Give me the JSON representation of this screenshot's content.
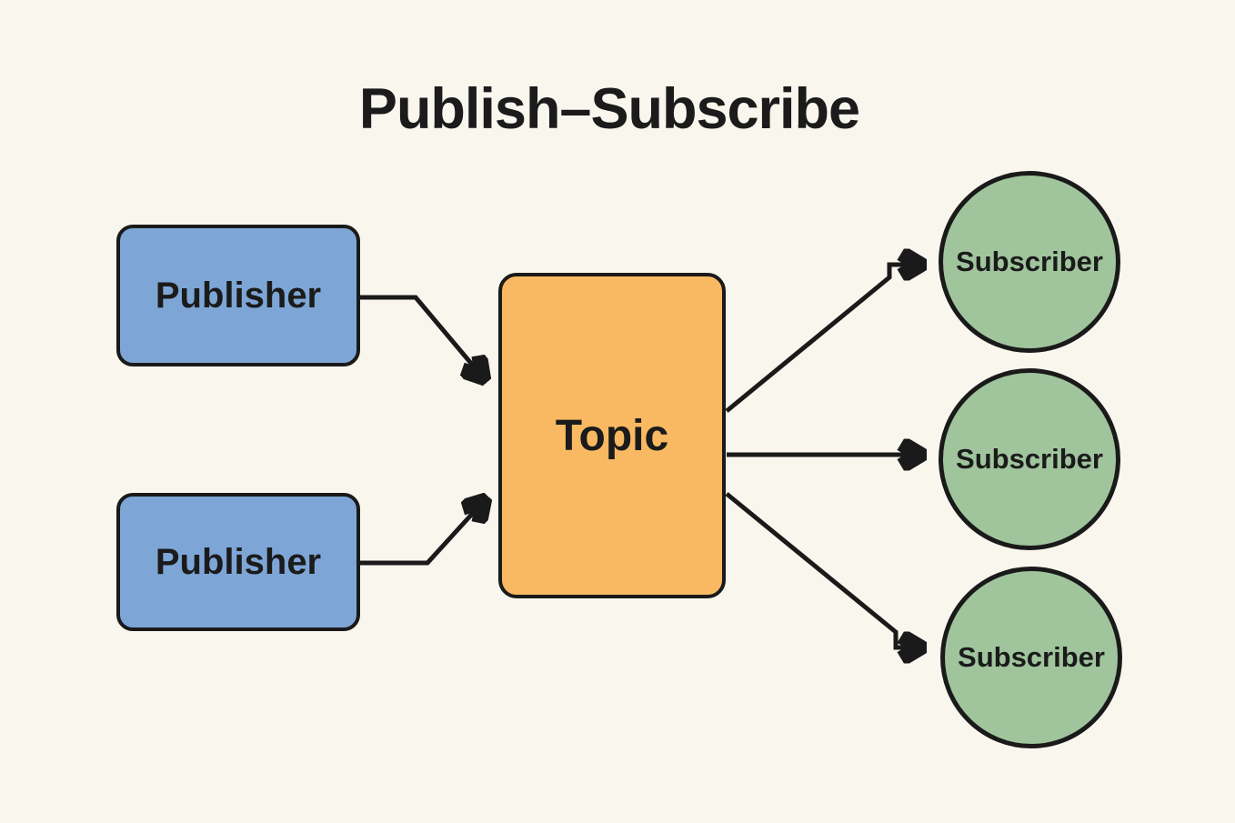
{
  "title": "Publish–Subscribe",
  "diagram": {
    "type": "flow-diagram",
    "pattern": "publish-subscribe messaging pattern",
    "publishers": [
      {
        "label": "Publisher"
      },
      {
        "label": "Publisher"
      }
    ],
    "topic": {
      "label": "Topic"
    },
    "subscribers": [
      {
        "label": "Subscriber"
      },
      {
        "label": "Subscriber"
      },
      {
        "label": "Subscriber"
      }
    ],
    "edges": [
      {
        "from": "publisher-1",
        "to": "topic"
      },
      {
        "from": "publisher-2",
        "to": "topic"
      },
      {
        "from": "topic",
        "to": "subscriber-1"
      },
      {
        "from": "topic",
        "to": "subscriber-2"
      },
      {
        "from": "topic",
        "to": "subscriber-3"
      }
    ]
  },
  "colors": {
    "background": "#f9f6ee",
    "publisher_fill": "#7da6d6",
    "topic_fill": "#f8b962",
    "subscriber_fill": "#a0c59d",
    "stroke": "#1a1a1a",
    "text": "#1b1b1b"
  }
}
